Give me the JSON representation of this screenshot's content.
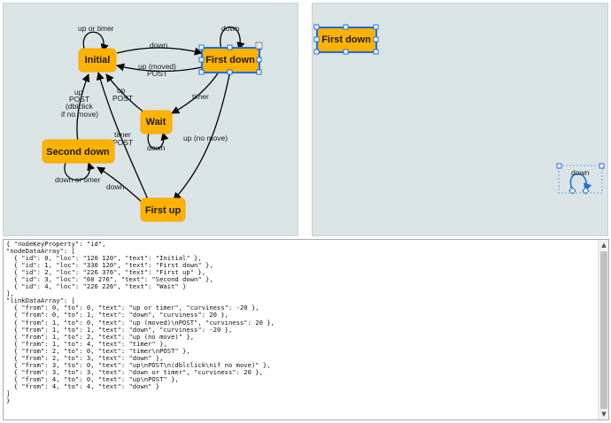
{
  "diagram": {
    "nodes": [
      {
        "id": 0,
        "text": "Initial"
      },
      {
        "id": 1,
        "text": "First down"
      },
      {
        "id": 2,
        "text": "First up"
      },
      {
        "id": 3,
        "text": "Second down"
      },
      {
        "id": 4,
        "text": "Wait"
      }
    ],
    "links": [
      {
        "text": "up or timer"
      },
      {
        "text": "down"
      },
      {
        "text_line1": "up (moved)",
        "text_line2": "POST"
      },
      {
        "text": "down"
      },
      {
        "text": "up (no move)"
      },
      {
        "text": "timer"
      },
      {
        "text_line1": "timer",
        "text_line2": "POST"
      },
      {
        "text": "down"
      },
      {
        "text_line1": "up",
        "text_line2": "POST",
        "text_line3": "(dblclick",
        "text_line4": "if no move)"
      },
      {
        "text": "down or timer"
      },
      {
        "text_line1": "up",
        "text_line2": "POST"
      },
      {
        "text": "down"
      }
    ]
  },
  "palette": {
    "node_text": "First down",
    "link_text": "down"
  },
  "model_json": "{ \"nodeKeyProperty\": \"id\",\n\"nodeDataArray\": [\n  { \"id\": 0, \"loc\": \"120 120\", \"text\": \"Initial\" },\n  { \"id\": 1, \"loc\": \"330 120\", \"text\": \"First down\" },\n  { \"id\": 2, \"loc\": \"226 376\", \"text\": \"First up\" },\n  { \"id\": 3, \"loc\": \"60 276\", \"text\": \"Second down\" },\n  { \"id\": 4, \"loc\": \"226 226\", \"text\": \"Wait\" }\n],\n\"linkDataArray\": [\n  { \"from\": 0, \"to\": 0, \"text\": \"up or timer\", \"curviness\": -20 },\n  { \"from\": 0, \"to\": 1, \"text\": \"down\", \"curviness\": 20 },\n  { \"from\": 1, \"to\": 0, \"text\": \"up (moved)\\nPOST\", \"curviness\": 20 },\n  { \"from\": 1, \"to\": 1, \"text\": \"down\", \"curviness\": -20 },\n  { \"from\": 1, \"to\": 2, \"text\": \"up (no move)\" },\n  { \"from\": 1, \"to\": 4, \"text\": \"timer\" },\n  { \"from\": 2, \"to\": 0, \"text\": \"timer\\nPOST\" },\n  { \"from\": 2, \"to\": 3, \"text\": \"down\" },\n  { \"from\": 3, \"to\": 0, \"text\": \"up\\nPOST\\n(dblclick\\nif no move)\" },\n  { \"from\": 3, \"to\": 3, \"text\": \"down or timer\", \"curviness\": 20 },\n  { \"from\": 4, \"to\": 0, \"text\": \"up\\nPOST\" },\n  { \"from\": 4, \"to\": 4, \"text\": \"down\" }\n]\n}",
  "scrollbar": {
    "up_glyph": "▲",
    "down_glyph": "▼"
  }
}
